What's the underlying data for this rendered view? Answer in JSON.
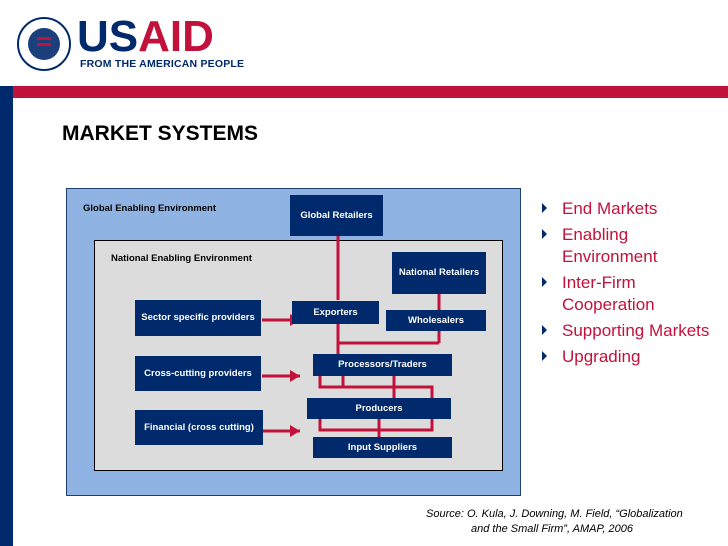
{
  "logo": {
    "us": "US",
    "aid": "AID",
    "tagline": "FROM THE AMERICAN PEOPLE"
  },
  "title": "MARKET SYSTEMS",
  "diagram": {
    "global_env_label": "Global Enabling Environment",
    "national_env_label": "National Enabling Environment",
    "global_retailers": "Global Retailers",
    "national_retailers": "National Retailers",
    "exporters": "Exporters",
    "wholesalers": "Wholesalers",
    "processors_traders": "Processors/Traders",
    "producers": "Producers",
    "input_suppliers": "Input Suppliers",
    "sector_specific": "Sector specific providers",
    "cross_cutting": "Cross-cutting providers",
    "financial": "Financial (cross cutting)"
  },
  "bullets": [
    "End Markets",
    "Enabling Environment",
    "Inter-Firm Cooperation",
    "Supporting Markets",
    "Upgrading"
  ],
  "source": {
    "line1": "Source: O. Kula, J. Downing, M. Field, “Globalization",
    "line2": "and the Small Firm”, AMAP, 2006"
  },
  "colors": {
    "navy": "#002a6c",
    "red": "#c2113a",
    "global_bg": "#8fb4e3",
    "national_bg": "#dcdcdc"
  }
}
